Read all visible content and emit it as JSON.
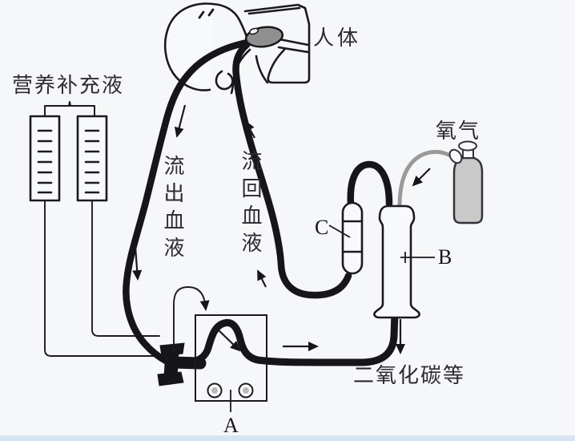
{
  "figure": {
    "human_body_label": "人体",
    "nutrient_fluid_label": "营养补充液",
    "oxygen_label": "氧气",
    "outflow_blood_label": "流出血液",
    "return_blood_label": "流回血液",
    "carbon_dioxide_label": "二氧化碳等",
    "part_a_label": "A",
    "part_b_label": "B",
    "part_c_label": "C"
  },
  "colors": {
    "background": "#f6f7f9",
    "footer_strip": "#d7e5f3",
    "line": "#1a1a20",
    "text": "#2c2a35",
    "tank_fill": "#c9c9c9",
    "oxygen_tube": "#9a9a9a",
    "mouthpiece_fill": "#8f8f8f"
  }
}
